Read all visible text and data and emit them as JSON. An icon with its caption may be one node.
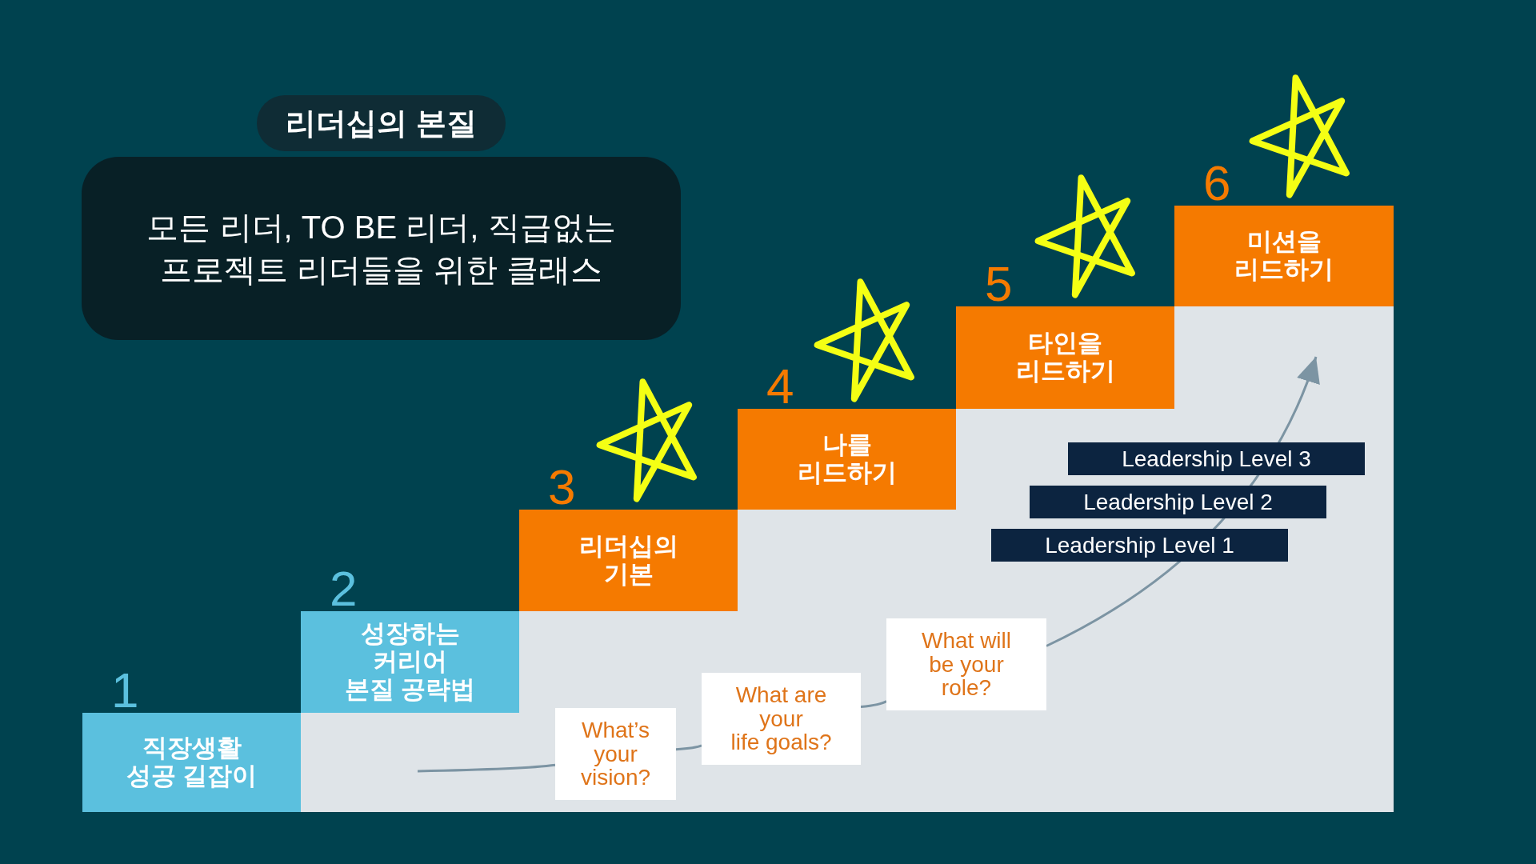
{
  "diagram": {
    "title": "리더십의 본질",
    "nodes": [
      {
        "text": [
          "모든 리더, TO BE 리더, 직급없는 프로젝트 리더들을 위한 클래스"
        ]
      },
      {
        "text": [
          "직장생활 성공 길잡이"
        ],
        "beside": [
          "1"
        ]
      },
      {
        "text": [
          "성장하는 커리어 본질 공략법"
        ],
        "beside": [
          "2"
        ]
      },
      {
        "text": [
          "리더십의 기본"
        ],
        "beside": [
          "3"
        ]
      },
      {
        "text": [
          "나를 리드하기"
        ],
        "beside": [
          "4"
        ]
      },
      {
        "text": [
          "타인을 리드하기"
        ],
        "beside": [
          "5"
        ]
      },
      {
        "text": [
          "미션을 리드하기"
        ],
        "beside": [
          "6"
        ]
      },
      {
        "text": [
          "What’s your vision?"
        ]
      },
      {
        "text": [
          "What are your life goals?"
        ]
      },
      {
        "text": [
          "What will be your role?"
        ]
      },
      {
        "text": [
          "Leadership Level 3"
        ]
      },
      {
        "text": [
          "Leadership Level 2"
        ]
      },
      {
        "text": [
          "Leadership Level 1"
        ]
      }
    ],
    "edges": [
      {
        "from": null,
        "to": 7,
        "arrow": "none"
      },
      {
        "from": 7,
        "to": 8,
        "arrow": "none"
      },
      {
        "from": 8,
        "to": 9,
        "arrow": "none"
      },
      {
        "from": 9,
        "to": null,
        "arrow": "to"
      }
    ]
  }
}
